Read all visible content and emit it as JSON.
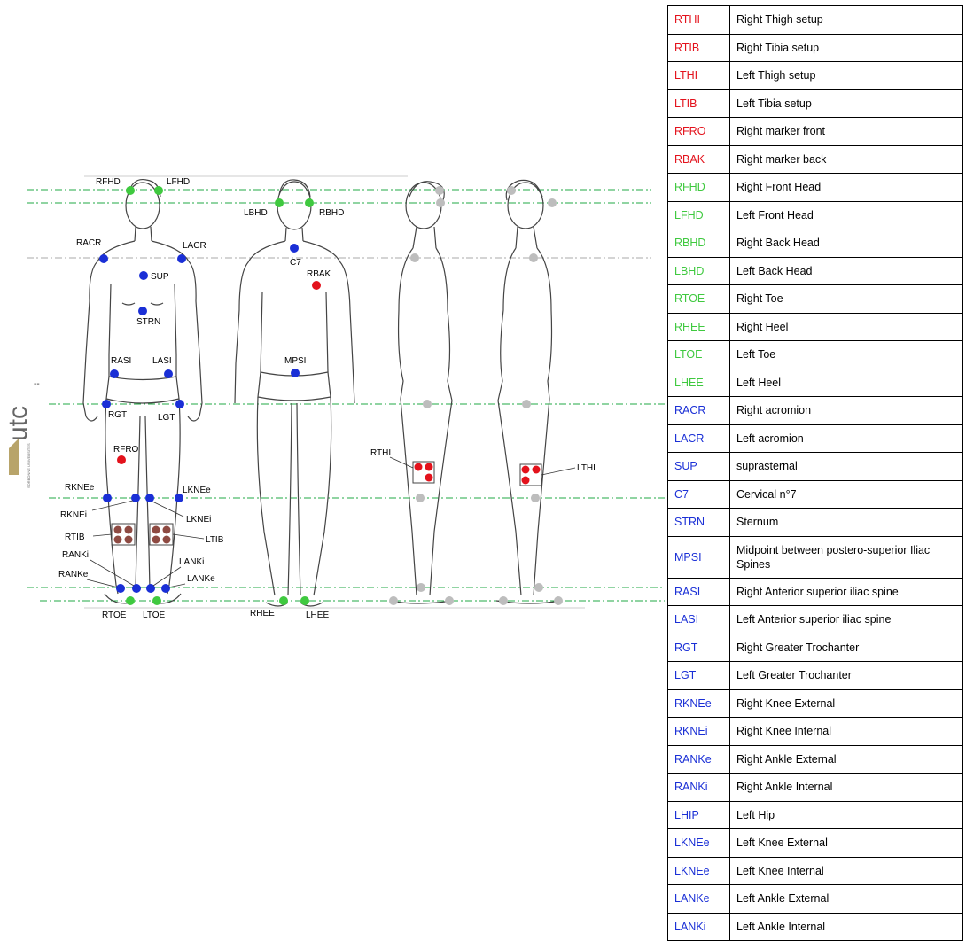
{
  "colors": {
    "red": "#e3121c",
    "green": "#3fc93f",
    "blue": "#1a2fd6",
    "grey": "#bdbdbd",
    "pad": "#8e4a42",
    "guide_green": "#22aa44",
    "guide_grey": "#aaaaaa"
  },
  "logo": {
    "text": "utc",
    "subtext": "SORBONNE UNIVERSITÉS"
  },
  "figure_labels": {
    "front": {
      "RFHD": "RFHD",
      "LFHD": "LFHD",
      "RACR": "RACR",
      "LACR": "LACR",
      "SUP": "SUP",
      "STRN": "STRN",
      "RASI": "RASI",
      "LASI": "LASI",
      "RGT": "RGT",
      "LGT": "LGT",
      "RFRO": "RFRO",
      "RKNEe": "RKNEe",
      "LKNEe": "LKNEe",
      "RKNEi": "RKNEi",
      "LKNEi": "LKNEi",
      "RTIB": "RTIB",
      "LTIB": "LTIB",
      "RANKi": "RANKi",
      "LANKi": "LANKi",
      "RANKe": "RANKe",
      "LANKe": "LANKe",
      "RTOE": "RTOE",
      "LTOE": "LTOE"
    },
    "back": {
      "LBHD": "LBHD",
      "RBHD": "RBHD",
      "C7": "C7",
      "RBAK": "RBAK",
      "MPSI": "MPSI",
      "RHEE": "RHEE",
      "LHEE": "LHEE"
    },
    "side": {
      "RTHI": "RTHI",
      "LTHI": "LTHI"
    }
  },
  "markers": [
    {
      "code": "RTHI",
      "desc": "Right Thigh setup",
      "color": "red"
    },
    {
      "code": "RTIB",
      "desc": "Right Tibia setup",
      "color": "red"
    },
    {
      "code": "LTHI",
      "desc": "Left Thigh setup",
      "color": "red"
    },
    {
      "code": "LTIB",
      "desc": "Left Tibia setup",
      "color": "red"
    },
    {
      "code": "RFRO",
      "desc": "Right marker front",
      "color": "red"
    },
    {
      "code": "RBAK",
      "desc": "Right marker back",
      "color": "red"
    },
    {
      "code": "RFHD",
      "desc": "Right Front Head",
      "color": "green"
    },
    {
      "code": "LFHD",
      "desc": "Left Front Head",
      "color": "green"
    },
    {
      "code": "RBHD",
      "desc": "Right Back  Head",
      "color": "green"
    },
    {
      "code": "LBHD",
      "desc": "Left Back Head",
      "color": "green"
    },
    {
      "code": "RTOE",
      "desc": "Right Toe",
      "color": "green"
    },
    {
      "code": "RHEE",
      "desc": "Right Heel",
      "color": "green"
    },
    {
      "code": "LTOE",
      "desc": "Left Toe",
      "color": "green"
    },
    {
      "code": "LHEE",
      "desc": "Left Heel",
      "color": "green"
    },
    {
      "code": "RACR",
      "desc": "Right acromion",
      "color": "blue"
    },
    {
      "code": "LACR",
      "desc": "Left acromion",
      "color": "blue"
    },
    {
      "code": "SUP",
      "desc": "suprasternal",
      "color": "blue"
    },
    {
      "code": "C7",
      "desc": "Cervical n°7",
      "color": "blue"
    },
    {
      "code": "STRN",
      "desc": "Sternum",
      "color": "blue"
    },
    {
      "code": "MPSI",
      "desc": "Midpoint between postero-superior Iliac Spines",
      "color": "blue"
    },
    {
      "code": "RASI",
      "desc": "Right  Anterior superior iliac spine",
      "color": "blue"
    },
    {
      "code": "LASI",
      "desc": "Left  Anterior superior iliac spine",
      "color": "blue"
    },
    {
      "code": "RGT",
      "desc": "Right  Greater Trochanter",
      "color": "blue"
    },
    {
      "code": "LGT",
      "desc": "Left Greater Trochanter",
      "color": "blue"
    },
    {
      "code": "RKNEe",
      "desc": "Right Knee External",
      "color": "blue"
    },
    {
      "code": "RKNEi",
      "desc": "Right Knee Internal",
      "color": "blue"
    },
    {
      "code": "RANKe",
      "desc": "Right Ankle External",
      "color": "blue"
    },
    {
      "code": "RANKi",
      "desc": "Right Ankle Internal",
      "color": "blue"
    },
    {
      "code": "LHIP",
      "desc": "Left Hip",
      "color": "blue"
    },
    {
      "code": "LKNEe",
      "desc": "Left Knee External",
      "color": "blue"
    },
    {
      "code": "LKNEe",
      "desc": "Left Knee Internal",
      "color": "blue"
    },
    {
      "code": "LANKe",
      "desc": "Left Ankle External",
      "color": "blue"
    },
    {
      "code": "LANKi",
      "desc": "Left Ankle Internal",
      "color": "blue"
    }
  ]
}
